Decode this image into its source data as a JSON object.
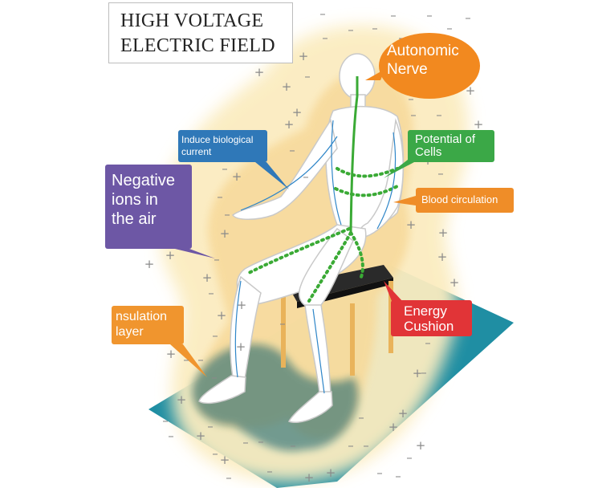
{
  "title": {
    "line1": "HIGH VOLTAGE",
    "line2": "ELECTRIC FIELD"
  },
  "labels": {
    "autonomic": {
      "line1": "Autonomic",
      "line2": "Nerve",
      "color": "#f2891f"
    },
    "induce": {
      "line1": "Induce biological",
      "line2": "current",
      "color": "#2f78b8"
    },
    "negative": {
      "line1": "Negative",
      "line2": "ions in",
      "line3": "the air",
      "color": "#6d57a5"
    },
    "potential": {
      "line1": "Potential of",
      "line2": "Cells",
      "color": "#3ba847"
    },
    "blood": {
      "line1": "Blood circulation",
      "color": "#ef8d28"
    },
    "energy": {
      "line1": "Energy",
      "line2": "Cushion",
      "color": "#e13437"
    },
    "insulation": {
      "line1": "nsulation",
      "line2": "layer",
      "color": "#f0952e"
    }
  },
  "colors": {
    "field_glow": "#fbecc0",
    "field_inner": "#f7d99a",
    "mat": "#1f8ea3",
    "nerve": "#3aaa35",
    "circulation": "#2f86c8"
  },
  "icons": {
    "plus": "plus-charge-icon",
    "minus": "minus-charge-icon"
  }
}
